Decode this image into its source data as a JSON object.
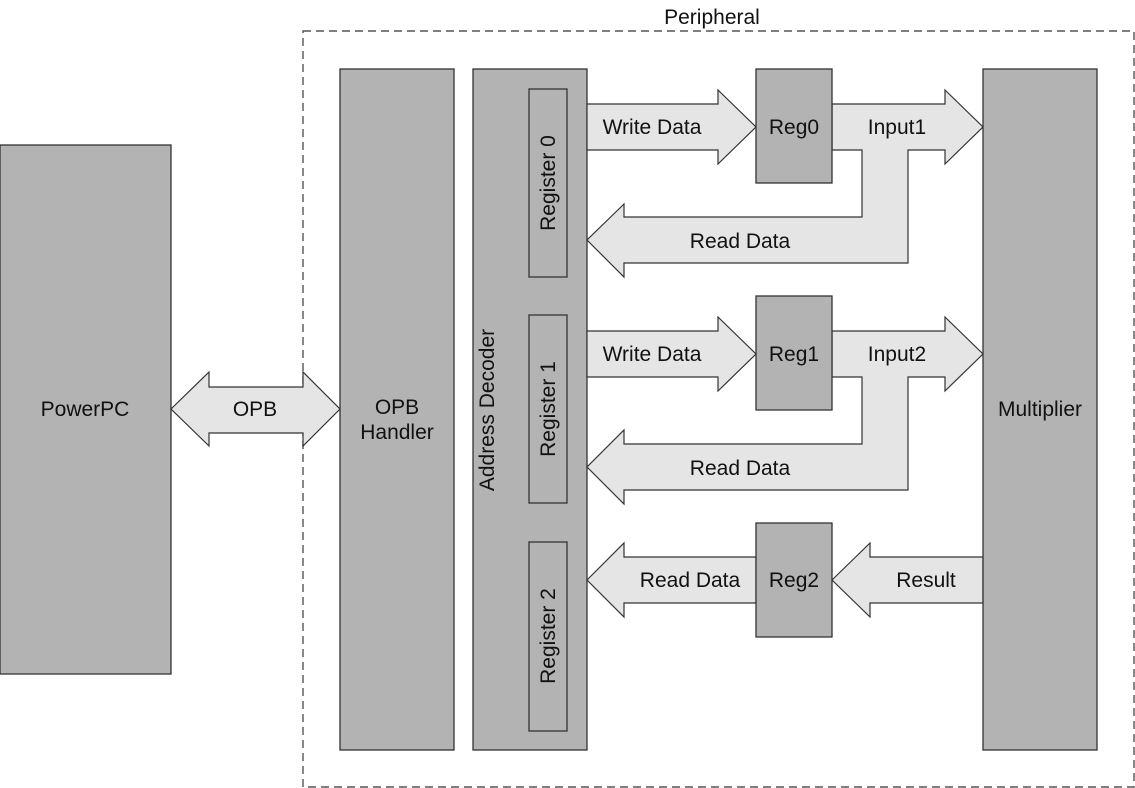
{
  "diagram": {
    "peripheral_label": "Peripheral",
    "blocks": {
      "powerpc": "PowerPC",
      "opb_handler_line1": "OPB",
      "opb_handler_line2": "Handler",
      "address_decoder": "Address Decoder",
      "register0": "Register 0",
      "register1": "Register 1",
      "register2": "Register 2",
      "reg0": "Reg0",
      "reg1": "Reg1",
      "reg2": "Reg2",
      "multiplier": "Multiplier"
    },
    "arrows": {
      "opb": "OPB",
      "row0_write": "Write Data",
      "row0_input": "Input1",
      "row0_read": "Read Data",
      "row1_write": "Write Data",
      "row1_input": "Input2",
      "row1_read": "Read Data",
      "row2_read": "Read Data",
      "row2_result": "Result"
    }
  }
}
